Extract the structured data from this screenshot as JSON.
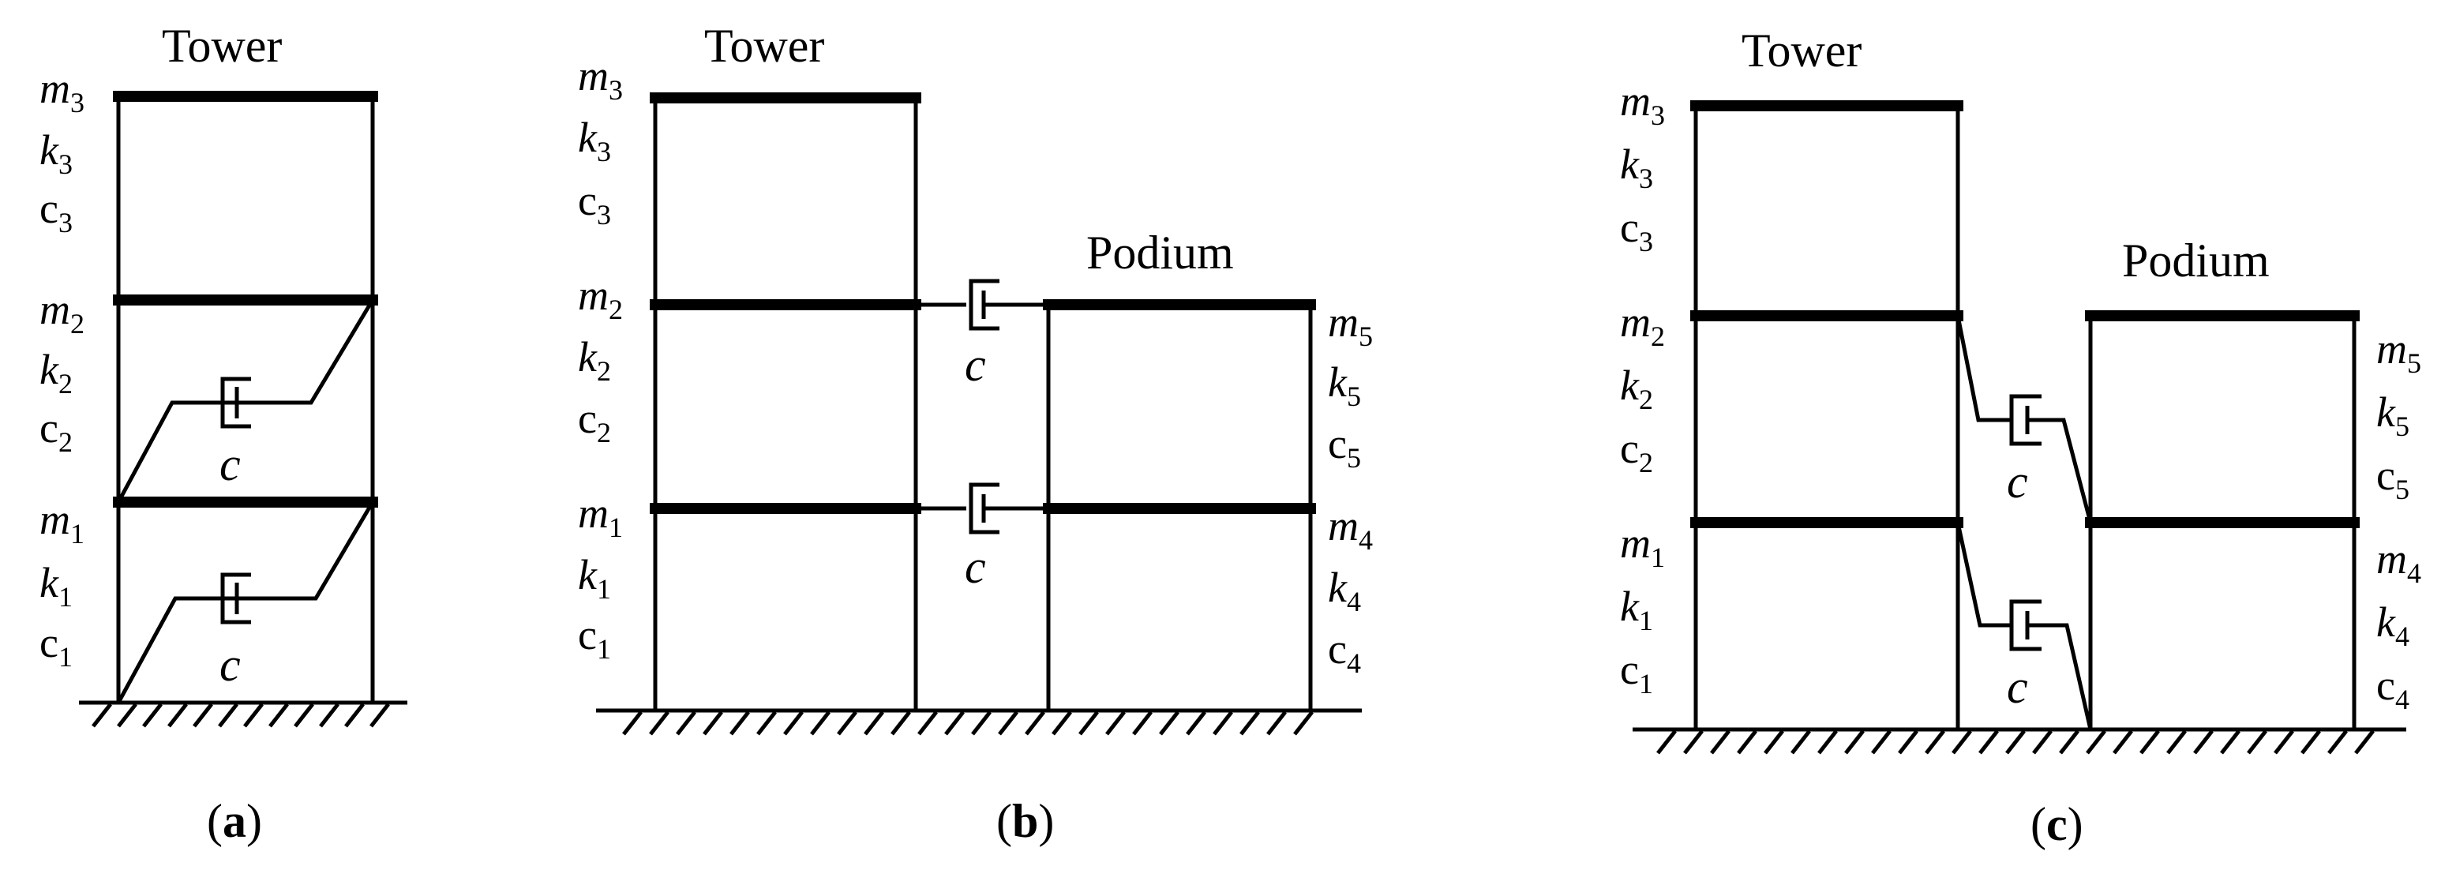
{
  "panels": {
    "a": {
      "title": "Tower",
      "caption": {
        "open": "(",
        "letter": "a",
        "close": ")"
      },
      "dampers": [
        "c",
        "c"
      ],
      "levels": [
        {
          "m": "m",
          "mi": "3",
          "k": "k",
          "ki": "3",
          "c": "c",
          "ci": "3"
        },
        {
          "m": "m",
          "mi": "2",
          "k": "k",
          "ki": "2",
          "c": "c",
          "ci": "2"
        },
        {
          "m": "m",
          "mi": "1",
          "k": "k",
          "ki": "1",
          "c": "c",
          "ci": "1"
        }
      ]
    },
    "b": {
      "title_tower": "Tower",
      "title_podium": "Podium",
      "caption": {
        "open": "(",
        "letter": "b",
        "close": ")"
      },
      "dampers": [
        "c",
        "c"
      ],
      "tower_levels": [
        {
          "m": "m",
          "mi": "3",
          "k": "k",
          "ki": "3",
          "c": "c",
          "ci": "3"
        },
        {
          "m": "m",
          "mi": "2",
          "k": "k",
          "ki": "2",
          "c": "c",
          "ci": "2"
        },
        {
          "m": "m",
          "mi": "1",
          "k": "k",
          "ki": "1",
          "c": "c",
          "ci": "1"
        }
      ],
      "podium_levels": [
        {
          "m": "m",
          "mi": "5",
          "k": "k",
          "ki": "5",
          "c": "c",
          "ci": "5"
        },
        {
          "m": "m",
          "mi": "4",
          "k": "k",
          "ki": "4",
          "c": "c",
          "ci": "4"
        }
      ]
    },
    "c": {
      "title_tower": "Tower",
      "title_podium": "Podium",
      "caption": {
        "open": "(",
        "letter": "c",
        "close": ")"
      },
      "dampers": [
        "c",
        "c"
      ],
      "tower_levels": [
        {
          "m": "m",
          "mi": "3",
          "k": "k",
          "ki": "3",
          "c": "c",
          "ci": "3"
        },
        {
          "m": "m",
          "mi": "2",
          "k": "k",
          "ki": "2",
          "c": "c",
          "ci": "2"
        },
        {
          "m": "m",
          "mi": "1",
          "k": "k",
          "ki": "1",
          "c": "c",
          "ci": "1"
        }
      ],
      "podium_levels": [
        {
          "m": "m",
          "mi": "5",
          "k": "k",
          "ki": "5",
          "c": "c",
          "ci": "5"
        },
        {
          "m": "m",
          "mi": "4",
          "k": "k",
          "ki": "4",
          "c": "c",
          "ci": "4"
        }
      ]
    }
  }
}
